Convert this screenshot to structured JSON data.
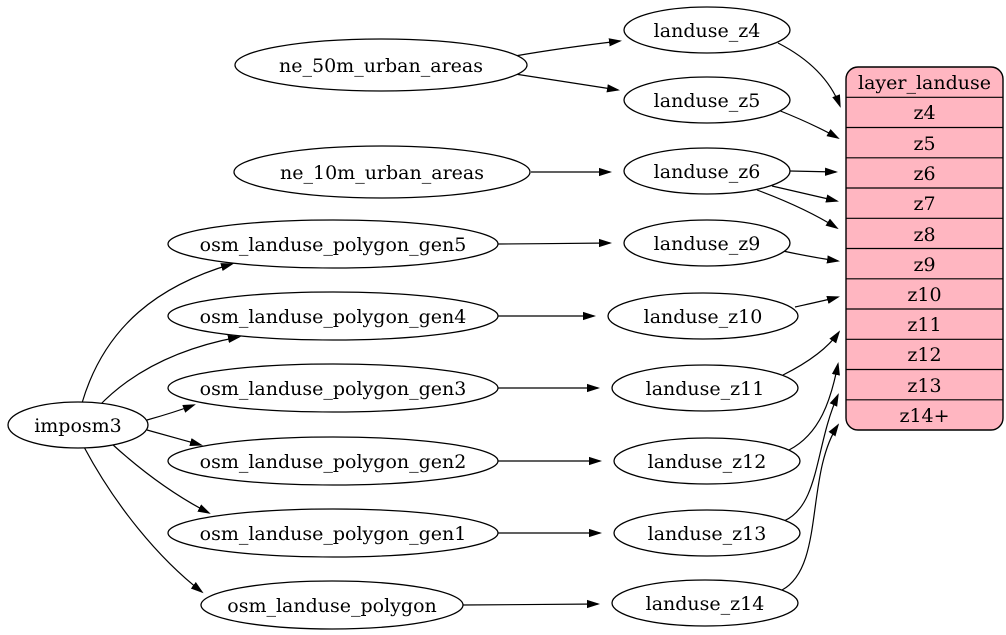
{
  "colors": {
    "node_fill": "#ffffff",
    "record_fill": "#ffb6c1",
    "stroke": "#000000"
  },
  "nodes": {
    "imposm3": "imposm3",
    "ne_50m": "ne_50m_urban_areas",
    "ne_10m": "ne_10m_urban_areas",
    "gen5": "osm_landuse_polygon_gen5",
    "gen4": "osm_landuse_polygon_gen4",
    "gen3": "osm_landuse_polygon_gen3",
    "gen2": "osm_landuse_polygon_gen2",
    "gen1": "osm_landuse_polygon_gen1",
    "polygon": "osm_landuse_polygon",
    "z4": "landuse_z4",
    "z5": "landuse_z5",
    "z6": "landuse_z6",
    "z9": "landuse_z9",
    "z10": "landuse_z10",
    "z11": "landuse_z11",
    "z12": "landuse_z12",
    "z13": "landuse_z13",
    "z14": "landuse_z14"
  },
  "record": {
    "title": "layer_landuse",
    "rows": [
      "z4",
      "z5",
      "z6",
      "z7",
      "z8",
      "z9",
      "z10",
      "z11",
      "z12",
      "z13",
      "z14+"
    ]
  },
  "edges": [
    {
      "from": "imposm3",
      "to": "osm_landuse_polygon_gen5"
    },
    {
      "from": "imposm3",
      "to": "osm_landuse_polygon_gen4"
    },
    {
      "from": "imposm3",
      "to": "osm_landuse_polygon_gen3"
    },
    {
      "from": "imposm3",
      "to": "osm_landuse_polygon_gen2"
    },
    {
      "from": "imposm3",
      "to": "osm_landuse_polygon_gen1"
    },
    {
      "from": "imposm3",
      "to": "osm_landuse_polygon"
    },
    {
      "from": "ne_50m_urban_areas",
      "to": "landuse_z4"
    },
    {
      "from": "ne_50m_urban_areas",
      "to": "landuse_z5"
    },
    {
      "from": "ne_10m_urban_areas",
      "to": "landuse_z6"
    },
    {
      "from": "osm_landuse_polygon_gen5",
      "to": "landuse_z9"
    },
    {
      "from": "osm_landuse_polygon_gen4",
      "to": "landuse_z10"
    },
    {
      "from": "osm_landuse_polygon_gen3",
      "to": "landuse_z11"
    },
    {
      "from": "osm_landuse_polygon_gen2",
      "to": "landuse_z12"
    },
    {
      "from": "osm_landuse_polygon_gen1",
      "to": "landuse_z13"
    },
    {
      "from": "osm_landuse_polygon",
      "to": "landuse_z14"
    },
    {
      "from": "landuse_z4",
      "to": "layer_landuse.z4"
    },
    {
      "from": "landuse_z5",
      "to": "layer_landuse.z5"
    },
    {
      "from": "landuse_z6",
      "to": "layer_landuse.z6"
    },
    {
      "from": "landuse_z6",
      "to": "layer_landuse.z7"
    },
    {
      "from": "landuse_z6",
      "to": "layer_landuse.z8"
    },
    {
      "from": "landuse_z9",
      "to": "layer_landuse.z9"
    },
    {
      "from": "landuse_z10",
      "to": "layer_landuse.z10"
    },
    {
      "from": "landuse_z11",
      "to": "layer_landuse.z11"
    },
    {
      "from": "landuse_z12",
      "to": "layer_landuse.z12"
    },
    {
      "from": "landuse_z13",
      "to": "layer_landuse.z13"
    },
    {
      "from": "landuse_z14",
      "to": "layer_landuse.z14+"
    }
  ]
}
